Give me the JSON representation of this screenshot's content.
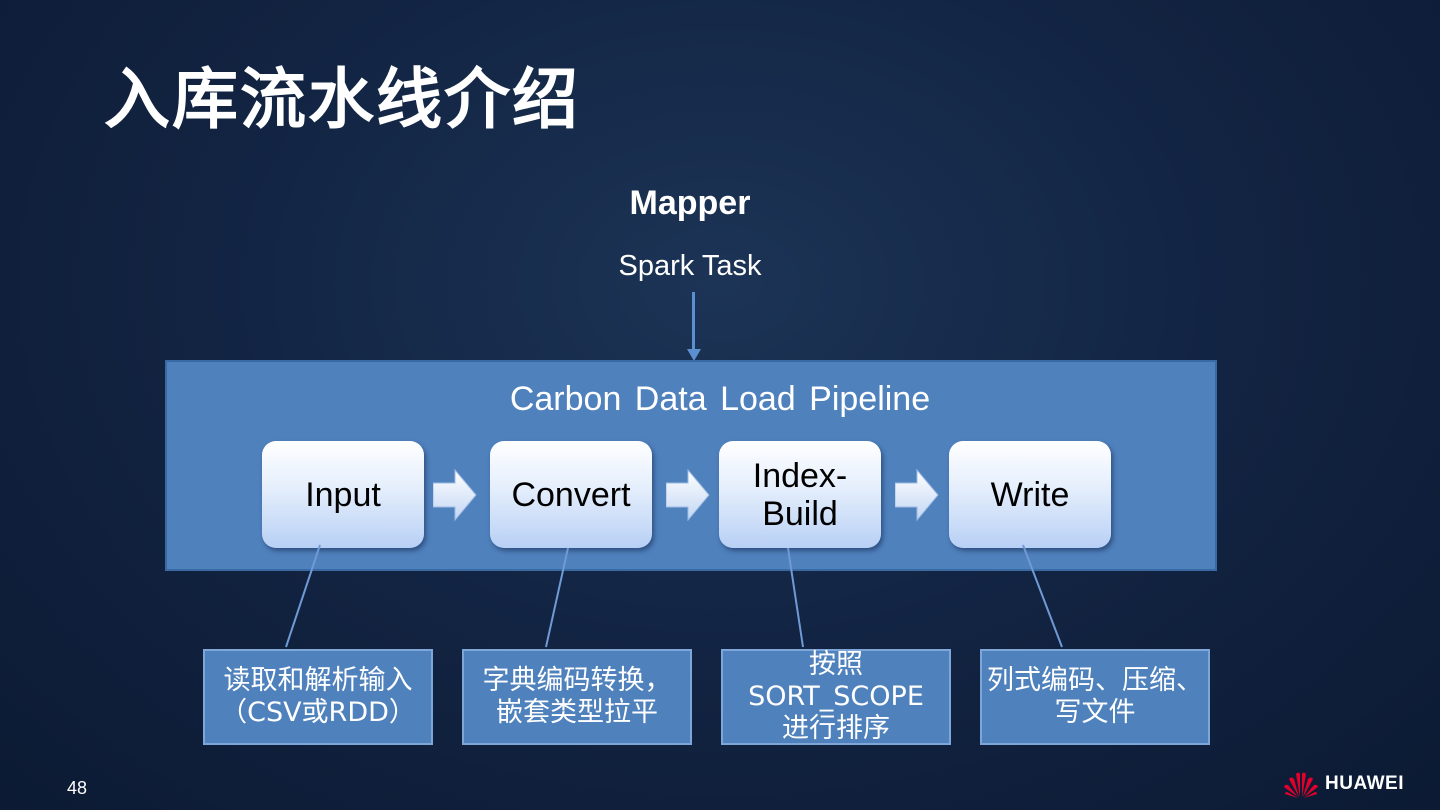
{
  "slide": {
    "title": "入库流水线介绍",
    "page_number": "48",
    "brand": "HUAWEI"
  },
  "mapper": {
    "label": "Mapper",
    "task": "Spark Task"
  },
  "pipeline": {
    "title": "Carbon Data Load Pipeline",
    "stages": [
      {
        "lines": [
          "Input"
        ]
      },
      {
        "lines": [
          "Convert"
        ]
      },
      {
        "lines": [
          "Index-",
          "Build"
        ]
      },
      {
        "lines": [
          "Write"
        ]
      }
    ]
  },
  "notes": [
    {
      "lines": [
        "读取和解析输入",
        "（CSV或RDD）"
      ]
    },
    {
      "lines": [
        "字典编码转换，",
        "嵌套类型拉平"
      ]
    },
    {
      "lines": [
        "按照",
        "SORT_SCOPE",
        "进行排序"
      ]
    },
    {
      "lines": [
        "列式编码、压缩、",
        "写文件"
      ]
    }
  ],
  "colors": {
    "pipeline_fill": "#4f81bd",
    "note_fill": "#4f81bd",
    "arrow": "#5b8fd0",
    "logo_red": "#e4002b"
  }
}
